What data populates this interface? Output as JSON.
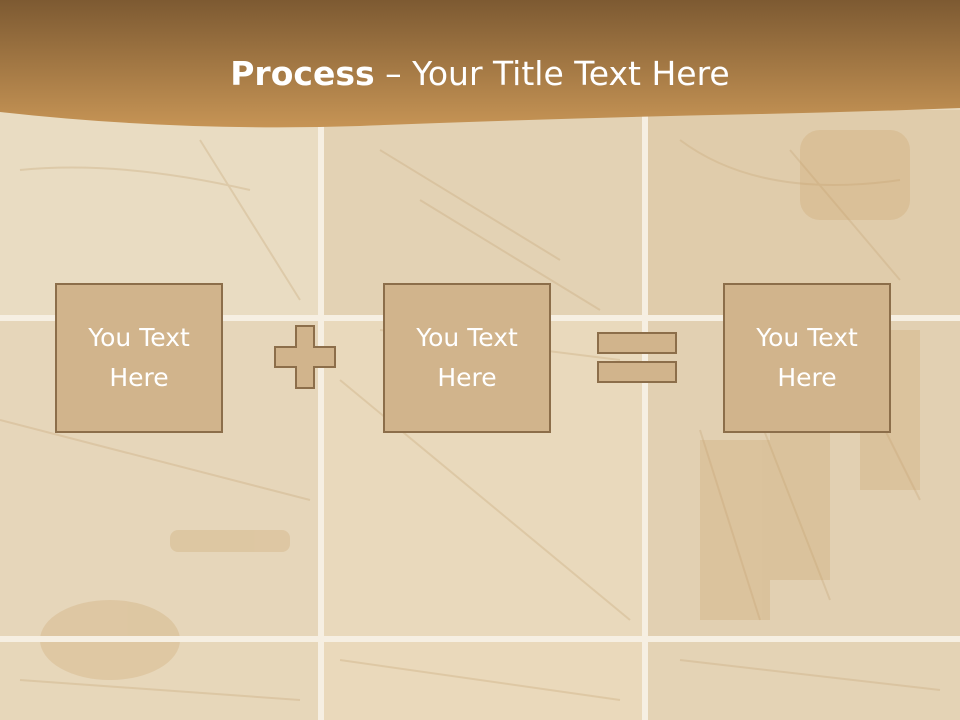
{
  "slide": {
    "title_bold": "Process",
    "title_rest": " – Your Title Text Here"
  },
  "process": {
    "box1": "You Text\nHere",
    "box2": "You Text\nHere",
    "box3": "You Text\nHere",
    "operator1": "plus-icon",
    "operator2": "equals-icon"
  },
  "colors": {
    "header_dark": "#7d5a32",
    "header_light": "#c69455",
    "box_fill": "#d1b48c",
    "box_border": "#8c6e4a",
    "background": "#e8d9bd"
  }
}
